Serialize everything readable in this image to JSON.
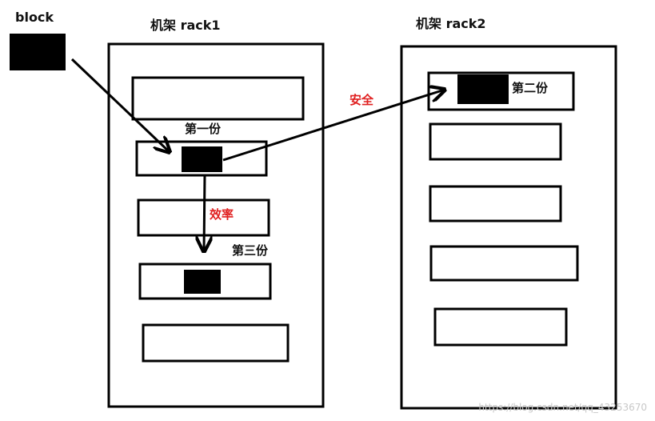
{
  "labels": {
    "block": "block",
    "rack1": "机架 rack1",
    "rack2": "机架 rack2",
    "copy1": "第一份",
    "copy2": "第二份",
    "copy3": "第三份",
    "safety": "安全",
    "efficiency": "效率"
  },
  "watermark": "https://blog.csdn.net/qq_43253670",
  "colors": {
    "stroke": "#000000",
    "block_fill": "#000000",
    "accent_text": "#e02020"
  }
}
